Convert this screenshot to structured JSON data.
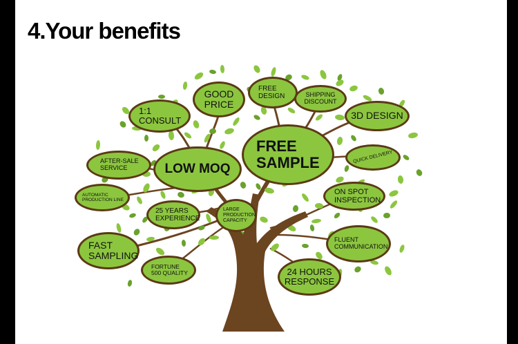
{
  "title": "4.Your benefits",
  "colors": {
    "leaf": "#8cc63f",
    "leaf_dark": "#6aa22c",
    "trunk": "#6b4420",
    "outline": "#5a3a14",
    "side_bars": "#000000"
  },
  "benefits": [
    {
      "id": "good-price",
      "label": "GOOD\nPRICE"
    },
    {
      "id": "free-design",
      "label": "FREE\nDESIGN"
    },
    {
      "id": "shipping-discount",
      "label": "SHIPPING\nDISCOUNT"
    },
    {
      "id": "consult",
      "label": "1:1\nCONSULT"
    },
    {
      "id": "3d-design",
      "label": "3D DESIGN"
    },
    {
      "id": "free-sample",
      "label": "FREE\nSAMPLE"
    },
    {
      "id": "low-moq",
      "label": "LOW MOQ"
    },
    {
      "id": "after-sale-service",
      "label": "AFTER-SALE\nSERVICE"
    },
    {
      "id": "quick-delivery",
      "label": "QUICK DELIVERY"
    },
    {
      "id": "automatic-production-line",
      "label": "AUTOMATIC\nPRODUCTION LINE"
    },
    {
      "id": "on-spot-inspection",
      "label": "ON SPOT\nINSPECTION"
    },
    {
      "id": "years-experience",
      "label": "25 YEARS\nEXPERIENCE"
    },
    {
      "id": "large-production-capacity",
      "label": "LARGE\nPRODUCTION\nCAPACITY"
    },
    {
      "id": "fast-sampling",
      "label": "FAST\nSAMPLING"
    },
    {
      "id": "fluent-communication",
      "label": "FLUENT\nCOMMUNICATION"
    },
    {
      "id": "fortune-500-quality",
      "label": "FORTUNE\n500 QUALITY"
    },
    {
      "id": "24-hours-response",
      "label": "24 HOURS\nRESPONSE"
    }
  ]
}
